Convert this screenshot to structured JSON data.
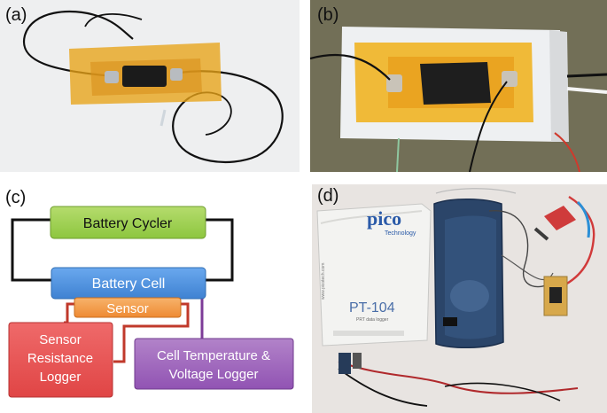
{
  "panels": {
    "a": {
      "label": "(a)"
    },
    "b": {
      "label": "(b)"
    },
    "c": {
      "label": "(c)"
    },
    "d": {
      "label": "(d)"
    }
  },
  "diagram": {
    "battery_cycler": "Battery Cycler",
    "battery_cell": "Battery Cell",
    "sensor": "Sensor",
    "sensor_logger": [
      "Sensor",
      "Resistance",
      "Logger"
    ],
    "temp_logger": [
      "Cell Temperature &",
      "Voltage Logger"
    ]
  },
  "device": {
    "brand": "pico",
    "brand_sub": "Technology",
    "model": "PT-104",
    "model_sub": "PRT data logger",
    "side_url": "www.picotech.com"
  },
  "colors": {
    "cycler": "#8dc63f",
    "cell": "#4a90d9",
    "sensor_box": "#f39c4d",
    "resistance_logger": "#e84d4d",
    "temp_logger": "#9b59b6",
    "kapton": "#e8a317",
    "wire_red": "#c0392b",
    "wire_purple": "#7d3c98"
  }
}
